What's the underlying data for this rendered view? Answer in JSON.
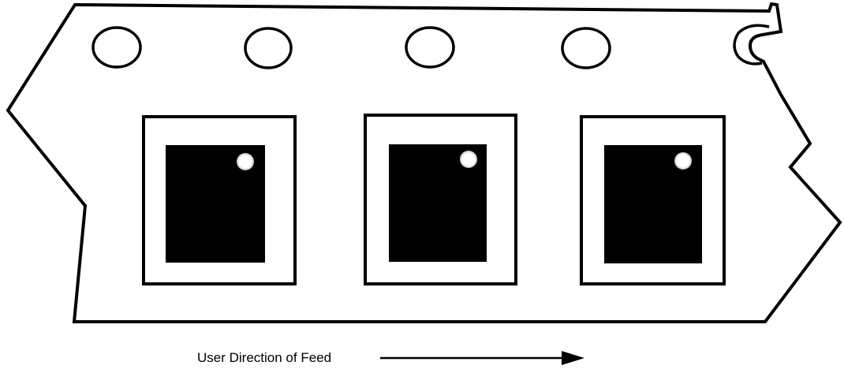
{
  "diagram": {
    "caption": "User Direction of Feed",
    "arrow_direction": "right",
    "sprocket_hole_count": 5,
    "pocket_count": 3,
    "colors": {
      "outline": "#000000",
      "component": "#000000",
      "pin1_marker": "#ffffff",
      "background": "#ffffff"
    }
  }
}
